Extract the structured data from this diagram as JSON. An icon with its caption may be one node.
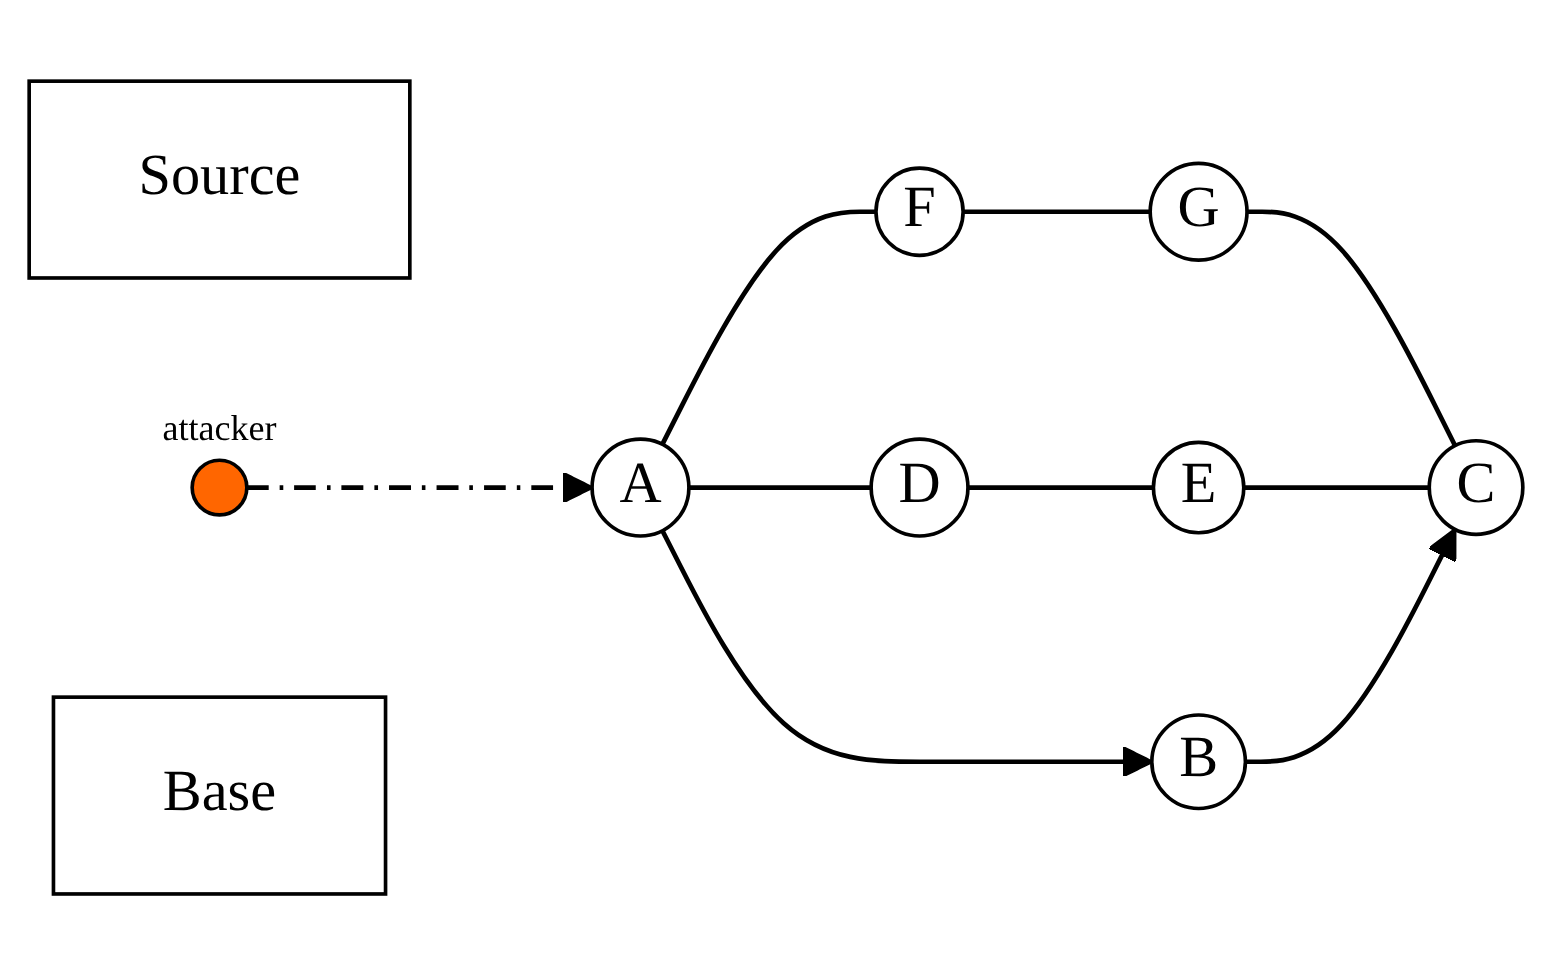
{
  "diagram": {
    "nodes": [
      {
        "text": [
          "Source"
        ]
      },
      {
        "text": [
          "F"
        ]
      },
      {
        "text": [
          "A"
        ]
      },
      {
        "text": [
          "G"
        ]
      },
      {
        "text": [],
        "shape": "circle",
        "beside": [
          "attacker"
        ]
      },
      {
        "text": [
          "B"
        ]
      },
      {
        "text": [
          "D"
        ]
      },
      {
        "text": [
          "C"
        ]
      },
      {
        "text": [
          "Base"
        ]
      },
      {
        "text": [
          "E"
        ]
      }
    ],
    "edges": [
      {
        "from": 2,
        "to": 1,
        "arrow": "none"
      },
      {
        "from": 1,
        "to": 3,
        "arrow": "none"
      },
      {
        "from": 3,
        "to": 7,
        "arrow": "none"
      },
      {
        "from": 2,
        "to": 6,
        "arrow": "none"
      },
      {
        "from": 6,
        "to": 9,
        "arrow": "none"
      },
      {
        "from": 9,
        "to": 7,
        "arrow": "none"
      },
      {
        "from": 2,
        "to": 5,
        "arrow": "to"
      },
      {
        "from": 5,
        "to": 7,
        "arrow": "to"
      },
      {
        "from": 4,
        "to": 2,
        "arrow": "to",
        "style": "dashed"
      }
    ]
  }
}
